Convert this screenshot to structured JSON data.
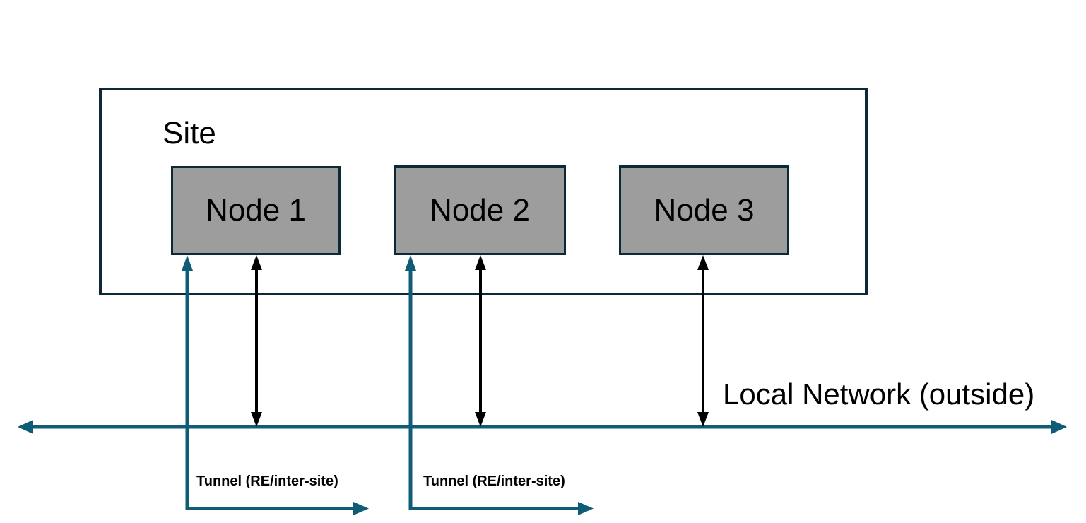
{
  "diagram": {
    "title_context": "Site with nodes connected to local network via tunnels",
    "site": {
      "label": "Site"
    },
    "nodes": [
      {
        "label": "Node 1"
      },
      {
        "label": "Node 2"
      },
      {
        "label": "Node 3"
      }
    ],
    "network": {
      "label": "Local Network (outside)"
    },
    "tunnels": [
      {
        "label": "Tunnel (RE/inter-site)"
      },
      {
        "label": "Tunnel (RE/inter-site)"
      }
    ],
    "colors": {
      "tunnel_and_network_teal": "#0f5c77",
      "box_border_dark": "#0d2836",
      "node_fill_gray": "#9d9d9d",
      "arrow_black": "#000000",
      "background": "#ffffff"
    }
  }
}
